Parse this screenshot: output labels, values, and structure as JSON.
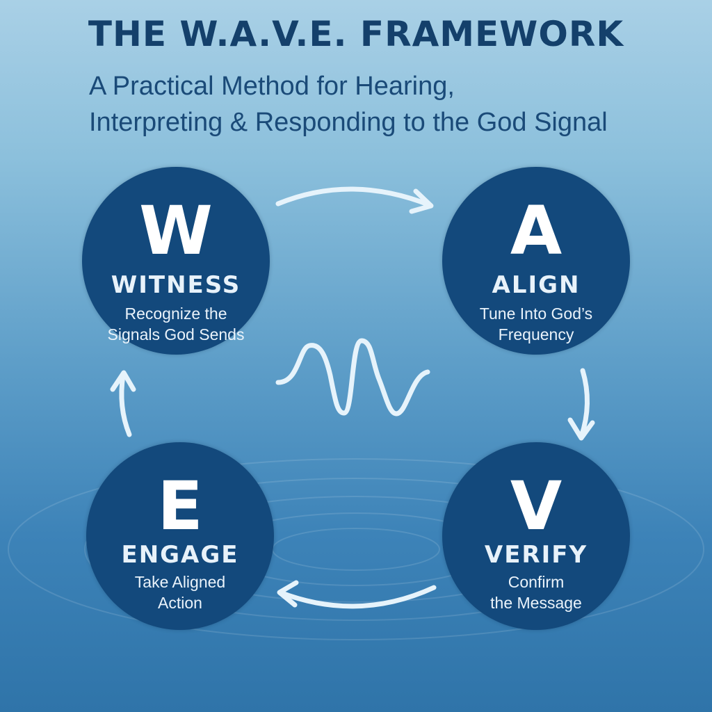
{
  "title": "THE W.A.V.E. FRAMEWORK",
  "subtitle": {
    "line1": "A Practical Method for Hearing,",
    "line2": "Interpreting & Responding to the God Signal"
  },
  "steps": {
    "witness": {
      "letter": "W",
      "name": "WITNESS",
      "desc_line1": "Recognize the",
      "desc_line2": "Signals God Sends"
    },
    "align": {
      "letter": "A",
      "name": "ALIGN",
      "desc_line1": "Tune Into God’s",
      "desc_line2": "Frequency"
    },
    "verify": {
      "letter": "V",
      "name": "VERIFY",
      "desc_line1": "Confirm",
      "desc_line2": "the Message"
    },
    "engage": {
      "letter": "E",
      "name": "ENGAGE",
      "desc_line1": "Take Aligned",
      "desc_line2": "Action"
    }
  },
  "colors": {
    "circle": "#13497c",
    "title": "#14406b",
    "arrow": "#e6f3fb"
  },
  "icons": {
    "center": "sine-wave-icon",
    "flow": "cycle-arrow-icon"
  }
}
